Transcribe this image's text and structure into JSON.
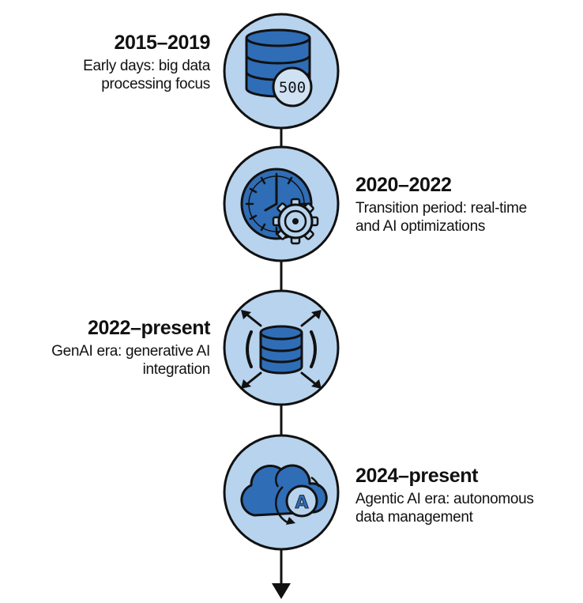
{
  "milestones": [
    {
      "period": "2015–2019",
      "description_lines": [
        "Early days: big data",
        "processing focus"
      ],
      "icon": "database-500-icon",
      "badge": "500"
    },
    {
      "period": "2020–2022",
      "description_lines": [
        "Transition period: real-time",
        "and AI optimizations"
      ],
      "icon": "clock-gear-icon"
    },
    {
      "period": "2022–present",
      "description_lines": [
        "GenAI era: generative AI",
        "integration"
      ],
      "icon": "database-expand-icon"
    },
    {
      "period": "2024–present",
      "description_lines": [
        "Agentic AI era: autonomous",
        "data management"
      ],
      "icon": "cloud-agent-icon",
      "badge": "A"
    }
  ],
  "colors": {
    "circle_fill": "#b7d3ee",
    "icon_blue": "#2f6db6",
    "outline": "#111111"
  }
}
